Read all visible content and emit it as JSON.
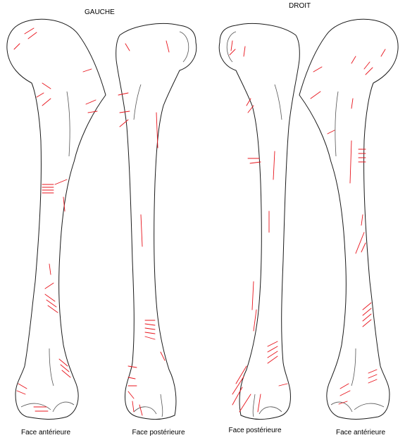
{
  "header": {
    "left": "GAUCHE",
    "right": "DROIT"
  },
  "views": [
    {
      "label": "Face antérieure"
    },
    {
      "label": "Face postérieure"
    },
    {
      "label": "Face postérieure"
    },
    {
      "label": "Face antérieure"
    }
  ],
  "colors": {
    "outline": "#1a1a1a",
    "cut_marks": "#e8141c",
    "background": "#ffffff"
  }
}
